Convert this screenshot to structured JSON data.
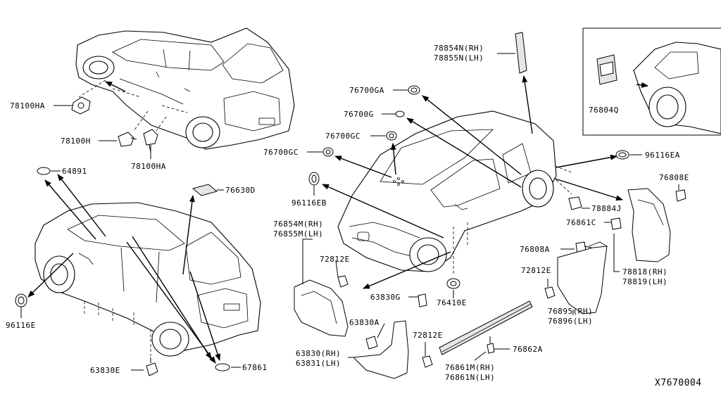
{
  "labels": {
    "l78100HA_top": "78100HA",
    "l78100H": "78100H",
    "l78100HA_bot": "78100HA",
    "l64891": "64891",
    "l76630D": "76630D",
    "l96116E": "96116E",
    "l63830E": "63830E",
    "l67861": "67861",
    "l78854N": "78854N(RH)",
    "l78855N": "78855N(LH)",
    "l76700GA": "76700GA",
    "l76700G": "76700G",
    "l76700GC_a": "76700GC",
    "l76700GC_b": "76700GC",
    "l96116EB": "96116EB",
    "l76854M": "76854M(RH)",
    "l76855M": "76855M(LH)",
    "l72812E_a": "72812E",
    "l63830G": "63830G",
    "l63830A": "63830A",
    "l72812E_b": "72812E",
    "l63830": "63830(RH)",
    "l63831": "63831(LH)",
    "l76410E": "76410E",
    "l76804Q": "76804Q",
    "l96116EA": "96116EA",
    "l76808E": "76808E",
    "l78884J": "78884J",
    "l76861C": "76861C",
    "l76808A": "76808A",
    "l72812E_c": "72812E",
    "l78818": "78818(RH)",
    "l78819": "78819(LH)",
    "l76895": "76895(RH)",
    "l76896": "76896(LH)",
    "l76862A": "76862A",
    "l76861M": "76861M(RH)",
    "l76861N": "76861N(LH)",
    "code": "X7670004"
  }
}
